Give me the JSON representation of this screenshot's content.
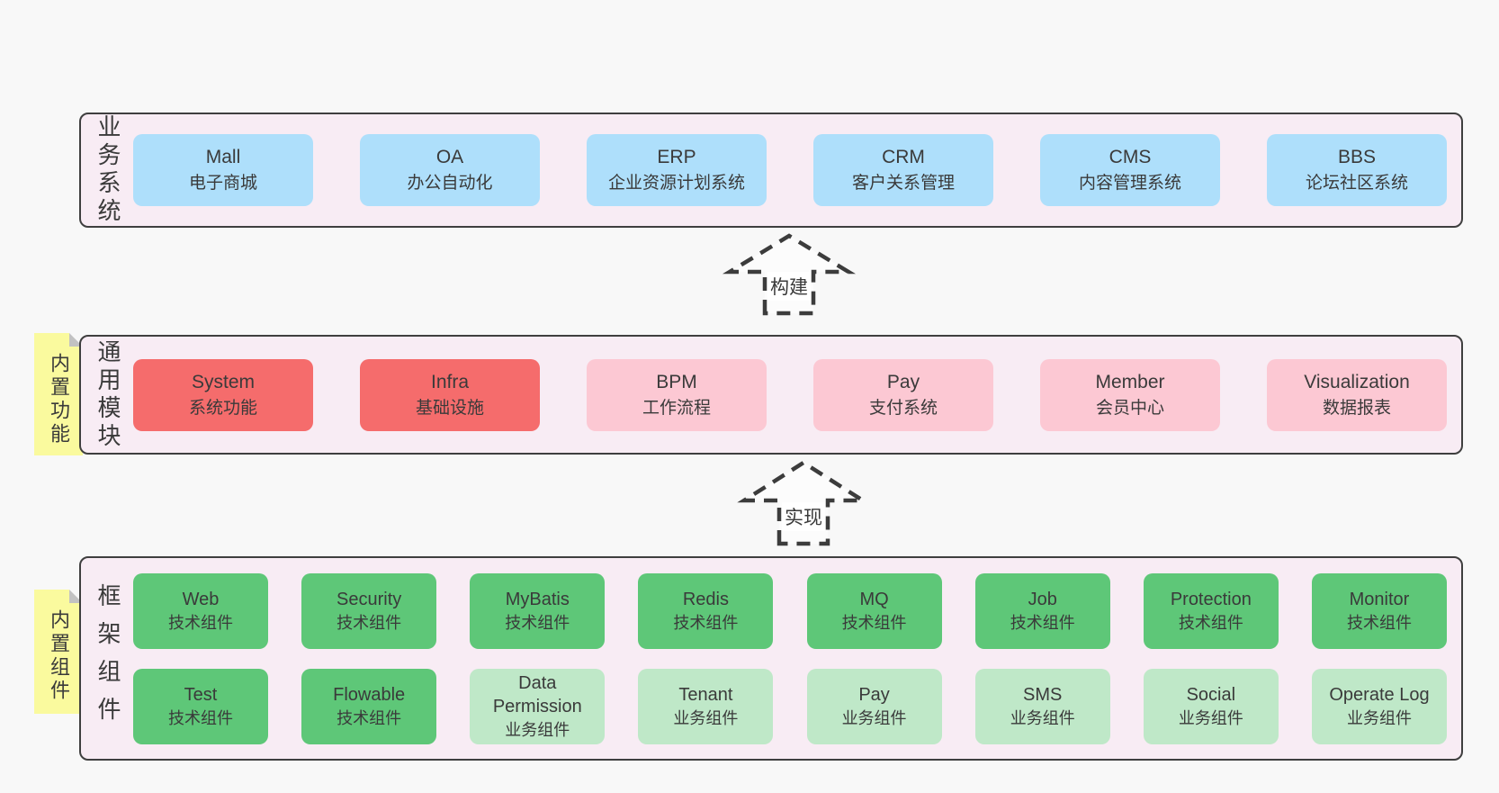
{
  "colors": {
    "page_bg": "#f8f8f8",
    "band_bg": "#f8ecf4",
    "band_border": "#3f3f3f",
    "blue": "#aedffb",
    "red": "#f56c6c",
    "pink": "#fcc8d3",
    "green": "#5ec778",
    "light_green": "#bfe8c8",
    "sticky_yellow": "#fafa9e",
    "text": "#3a3a3a"
  },
  "arrows": [
    {
      "label": "构建"
    },
    {
      "label": "实现"
    }
  ],
  "bands": [
    {
      "label": "业务系统",
      "boxes": [
        {
          "title": "Mall",
          "subtitle": "电子商城",
          "variant": "blue"
        },
        {
          "title": "OA",
          "subtitle": "办公自动化",
          "variant": "blue"
        },
        {
          "title": "ERP",
          "subtitle": "企业资源计划系统",
          "variant": "blue"
        },
        {
          "title": "CRM",
          "subtitle": "客户关系管理",
          "variant": "blue"
        },
        {
          "title": "CMS",
          "subtitle": "内容管理系统",
          "variant": "blue"
        },
        {
          "title": "BBS",
          "subtitle": "论坛社区系统",
          "variant": "blue"
        }
      ]
    },
    {
      "label": "通用模块",
      "sticky": "内置功能",
      "boxes": [
        {
          "title": "System",
          "subtitle": "系统功能",
          "variant": "red"
        },
        {
          "title": "Infra",
          "subtitle": "基础设施",
          "variant": "red"
        },
        {
          "title": "BPM",
          "subtitle": "工作流程",
          "variant": "pink"
        },
        {
          "title": "Pay",
          "subtitle": "支付系统",
          "variant": "pink"
        },
        {
          "title": "Member",
          "subtitle": "会员中心",
          "variant": "pink"
        },
        {
          "title": "Visualization",
          "subtitle": "数据报表",
          "variant": "pink"
        }
      ]
    },
    {
      "label": "框架组件",
      "sticky": "内置组件",
      "rows": [
        [
          {
            "title": "Web",
            "subtitle": "技术组件",
            "variant": "green"
          },
          {
            "title": "Security",
            "subtitle": "技术组件",
            "variant": "green"
          },
          {
            "title": "MyBatis",
            "subtitle": "技术组件",
            "variant": "green"
          },
          {
            "title": "Redis",
            "subtitle": "技术组件",
            "variant": "green"
          },
          {
            "title": "MQ",
            "subtitle": "技术组件",
            "variant": "green"
          },
          {
            "title": "Job",
            "subtitle": "技术组件",
            "variant": "green"
          },
          {
            "title": "Protection",
            "subtitle": "技术组件",
            "variant": "green"
          },
          {
            "title": "Monitor",
            "subtitle": "技术组件",
            "variant": "green"
          }
        ],
        [
          {
            "title": "Test",
            "subtitle": "技术组件",
            "variant": "green"
          },
          {
            "title": "Flowable",
            "subtitle": "技术组件",
            "variant": "green"
          },
          {
            "title": "Data Permission",
            "subtitle": "业务组件",
            "variant": "lightgreen"
          },
          {
            "title": "Tenant",
            "subtitle": "业务组件",
            "variant": "lightgreen"
          },
          {
            "title": "Pay",
            "subtitle": "业务组件",
            "variant": "lightgreen"
          },
          {
            "title": "SMS",
            "subtitle": "业务组件",
            "variant": "lightgreen"
          },
          {
            "title": "Social",
            "subtitle": "业务组件",
            "variant": "lightgreen"
          },
          {
            "title": "Operate Log",
            "subtitle": "业务组件",
            "variant": "lightgreen"
          }
        ]
      ]
    }
  ]
}
